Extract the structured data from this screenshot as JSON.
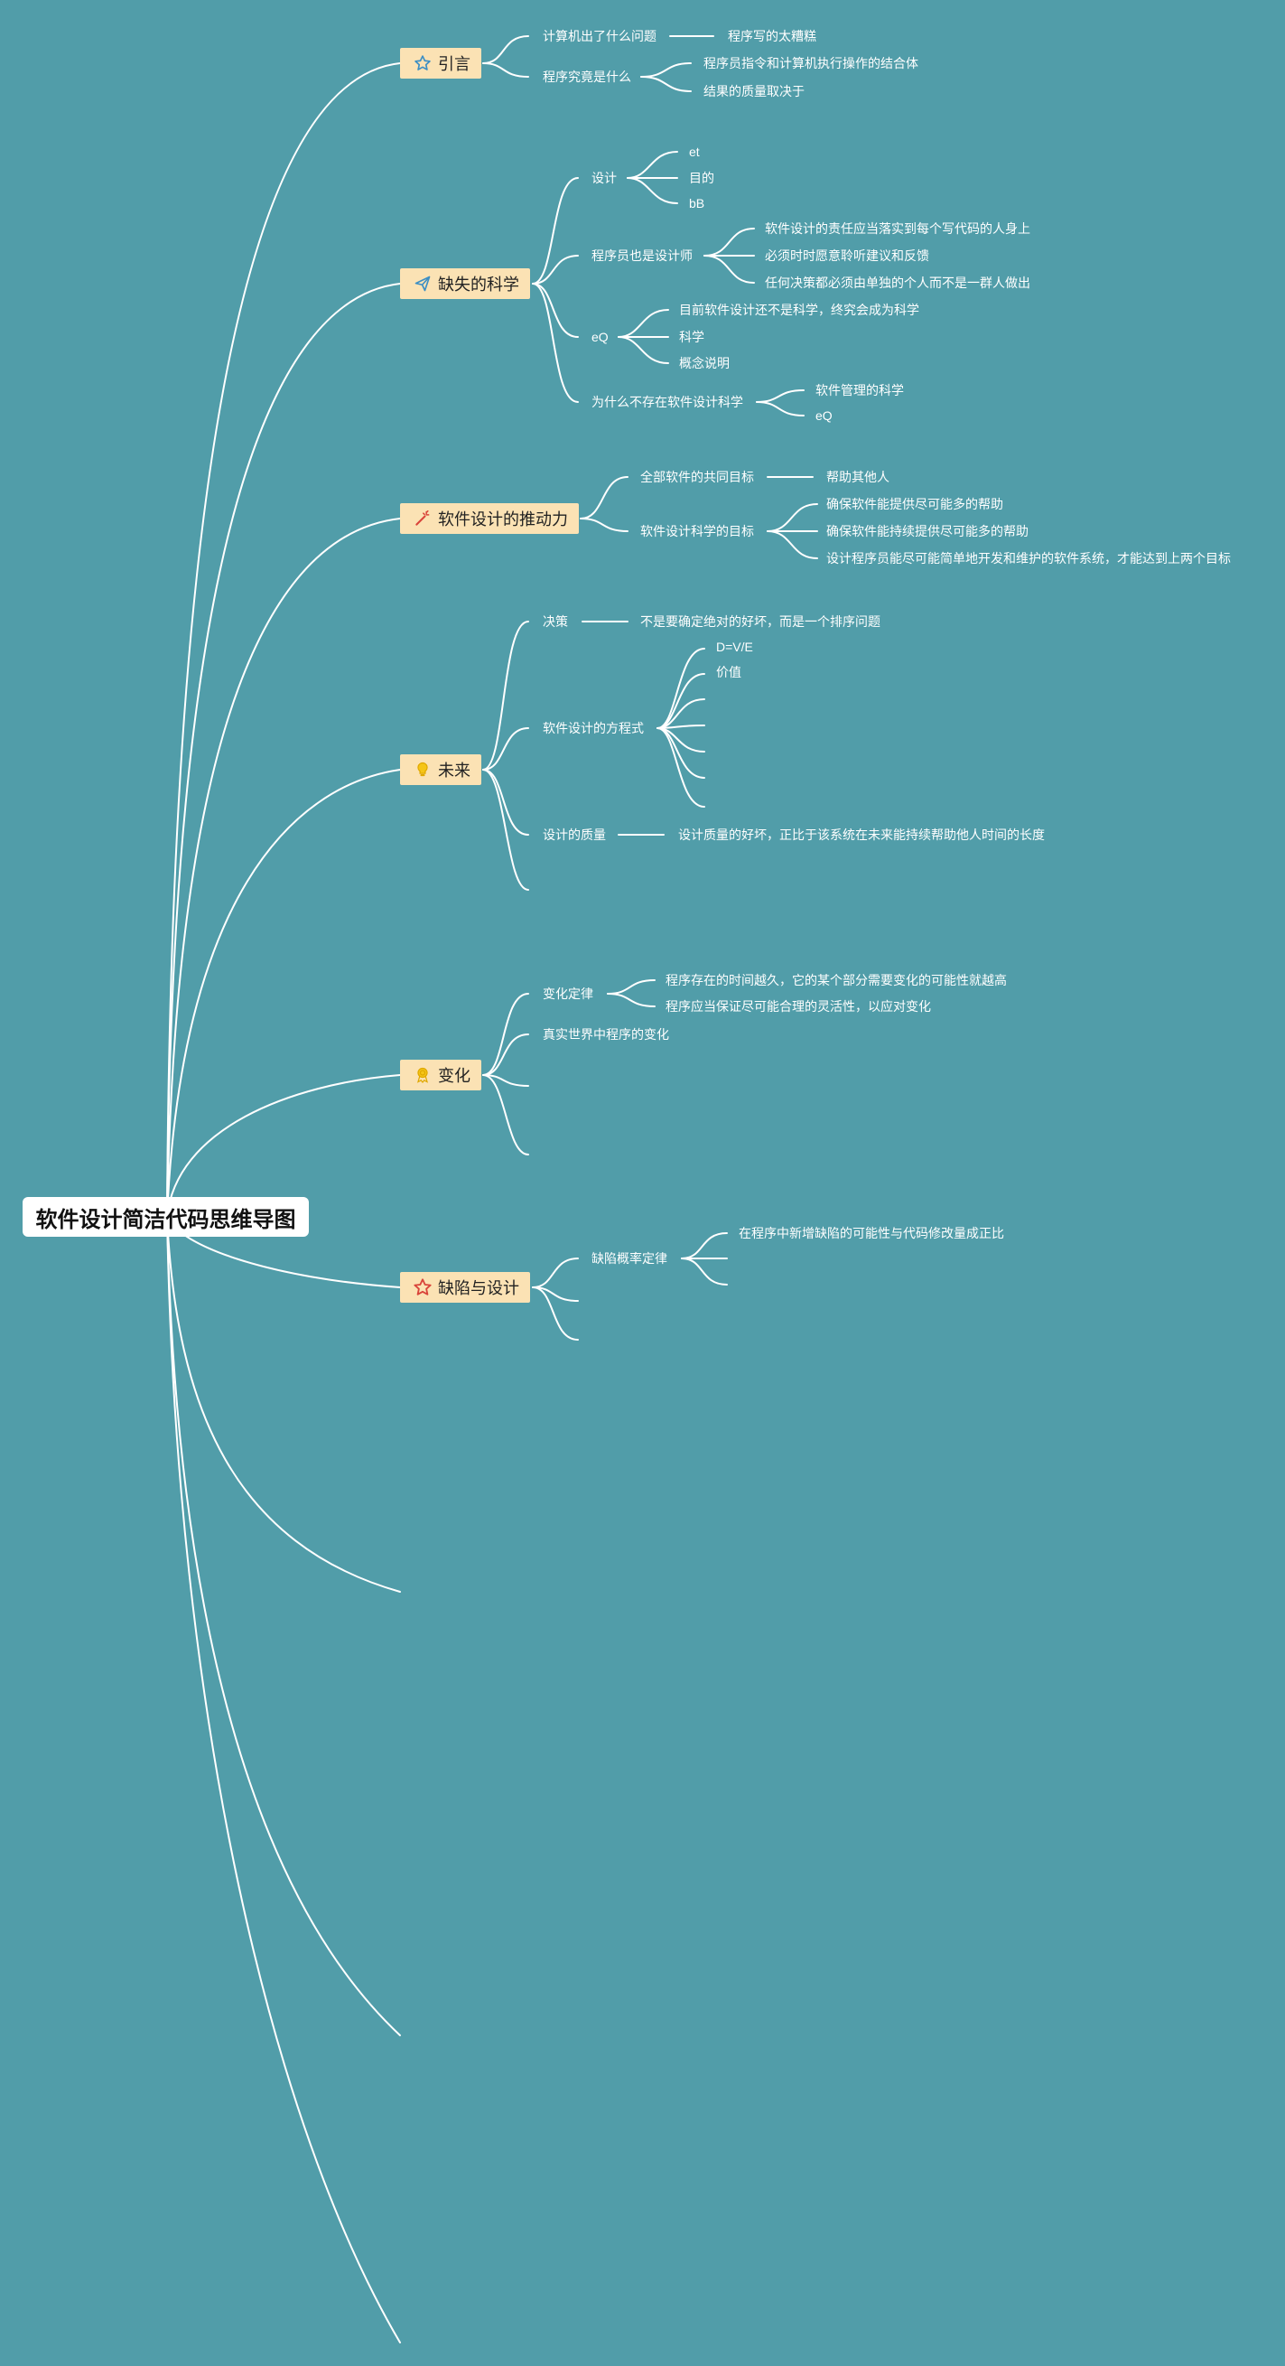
{
  "root": "软件设计简洁代码思维导图",
  "colors": {
    "background": "#519da9",
    "topic_fill": "#fbe2b4",
    "line": "#ffffff"
  },
  "topics": [
    {
      "label": "引言",
      "icon": "star-outline-icon"
    },
    {
      "label": "缺失的科学",
      "icon": "paper-plane-icon"
    },
    {
      "label": "软件设计的推动力",
      "icon": "magic-wand-icon"
    },
    {
      "label": "未来",
      "icon": "lightbulb-icon"
    },
    {
      "label": "变化",
      "icon": "award-ribbon-icon"
    },
    {
      "label": "缺陷与设计",
      "icon": "red-star-icon"
    }
  ],
  "intro": {
    "what_wrong": "计算机出了什么问题",
    "badly_written": "程序写的太糟糕",
    "what_is_program": "程序究竟是什么",
    "combination": "程序员指令和计算机执行操作的结合体",
    "quality_depends": "结果的质量取决于"
  },
  "science": {
    "design": "设计",
    "design_children": [
      "et",
      "目的",
      "bB"
    ],
    "programmer_designer": "程序员也是设计师",
    "programmer_children": [
      "软件设计的责任应当落实到每个写代码的人身上",
      "必须时时愿意聆听建议和反馈",
      "任何决策都必须由单独的个人而不是一群人做出"
    ],
    "eq": "eQ",
    "eq_children": [
      "目前软件设计还不是科学，终究会成为科学",
      "科学",
      "概念说明"
    ],
    "why_no_science": "为什么不存在软件设计科学",
    "why_children": [
      "软件管理的科学",
      "eQ"
    ]
  },
  "driving": {
    "common_goal": "全部软件的共同目标",
    "help_others": "帮助其他人",
    "science_goal": "软件设计科学的目标",
    "goal_children": [
      "确保软件能提供尽可能多的帮助",
      "确保软件能持续提供尽可能多的帮助",
      "设计程序员能尽可能简单地开发和维护的软件系统，才能达到上两个目标"
    ]
  },
  "future": {
    "decision": "决策",
    "decision_text": "不是要确定绝对的好坏，而是一个排序问题",
    "equation": "软件设计的方程式",
    "equation_children": [
      "D=V/E",
      "价值"
    ],
    "quality": "设计的质量",
    "quality_text": "设计质量的好坏，正比于该系统在未来能持续帮助他人时间的长度"
  },
  "change": {
    "law": "变化定律",
    "law_children": [
      "程序存在的时间越久，它的某个部分需要变化的可能性就越高",
      "程序应当保证尽可能合理的灵活性，以应对变化"
    ],
    "real_world": "真实世界中程序的变化"
  },
  "defect": {
    "law": "缺陷概率定律",
    "law_text": "在程序中新增缺陷的可能性与代码修改量成正比"
  }
}
